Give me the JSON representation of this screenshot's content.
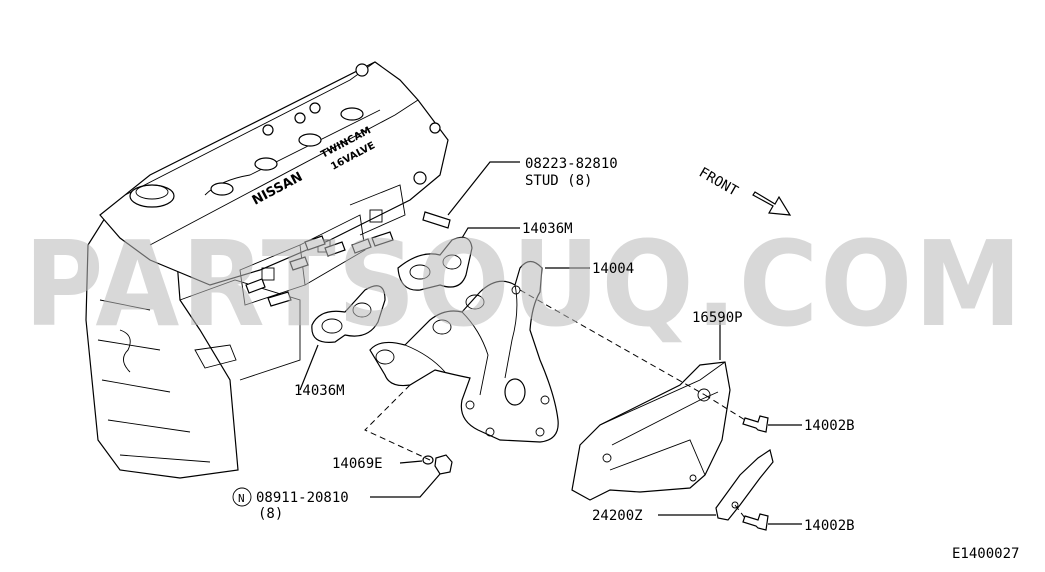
{
  "watermark": "PARTSOUQ.COM",
  "diagram_code": "E1400027",
  "engine": {
    "brand": "NISSAN",
    "head_text_1": "TWINCAM",
    "head_text_2": "16VALVE"
  },
  "direction": {
    "label": "FRONT"
  },
  "callouts": {
    "stud_part": "08223-82810",
    "stud_desc": "STUD (8)",
    "gasket_upper": "14036M",
    "manifold": "14004",
    "cover": "16590P",
    "gasket_lower": "14036M",
    "bolt_upper": "14002B",
    "washer": "14069E",
    "nut_symbol": "N",
    "nut_part": "08911-20810",
    "nut_qty": "(8)",
    "bracket": "24200Z",
    "bolt_lower": "14002B"
  }
}
